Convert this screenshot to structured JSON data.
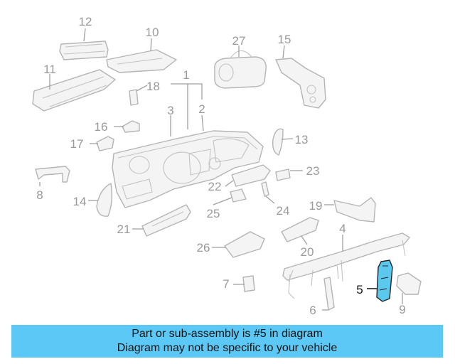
{
  "callouts": {
    "c1": "1",
    "c2": "2",
    "c3": "3",
    "c4": "4",
    "c5": "5",
    "c6": "6",
    "c7": "7",
    "c8": "8",
    "c9": "9",
    "c10": "10",
    "c11": "11",
    "c12": "12",
    "c13": "13",
    "c14": "14",
    "c15": "15",
    "c16": "16",
    "c17": "17",
    "c18": "18",
    "c19": "19",
    "c20": "20",
    "c21": "21",
    "c22": "22",
    "c23": "23",
    "c24": "24",
    "c25": "25",
    "c26": "26",
    "c27": "27"
  },
  "highlighted_part": "5",
  "colors": {
    "highlight": "#5bc8ee",
    "banner": "#5bc8f5",
    "line": "#b4b4b4"
  },
  "banner": {
    "line1": "Part or sub-assembly is #5 in diagram",
    "line2": "Diagram may not be specific to your vehicle"
  }
}
